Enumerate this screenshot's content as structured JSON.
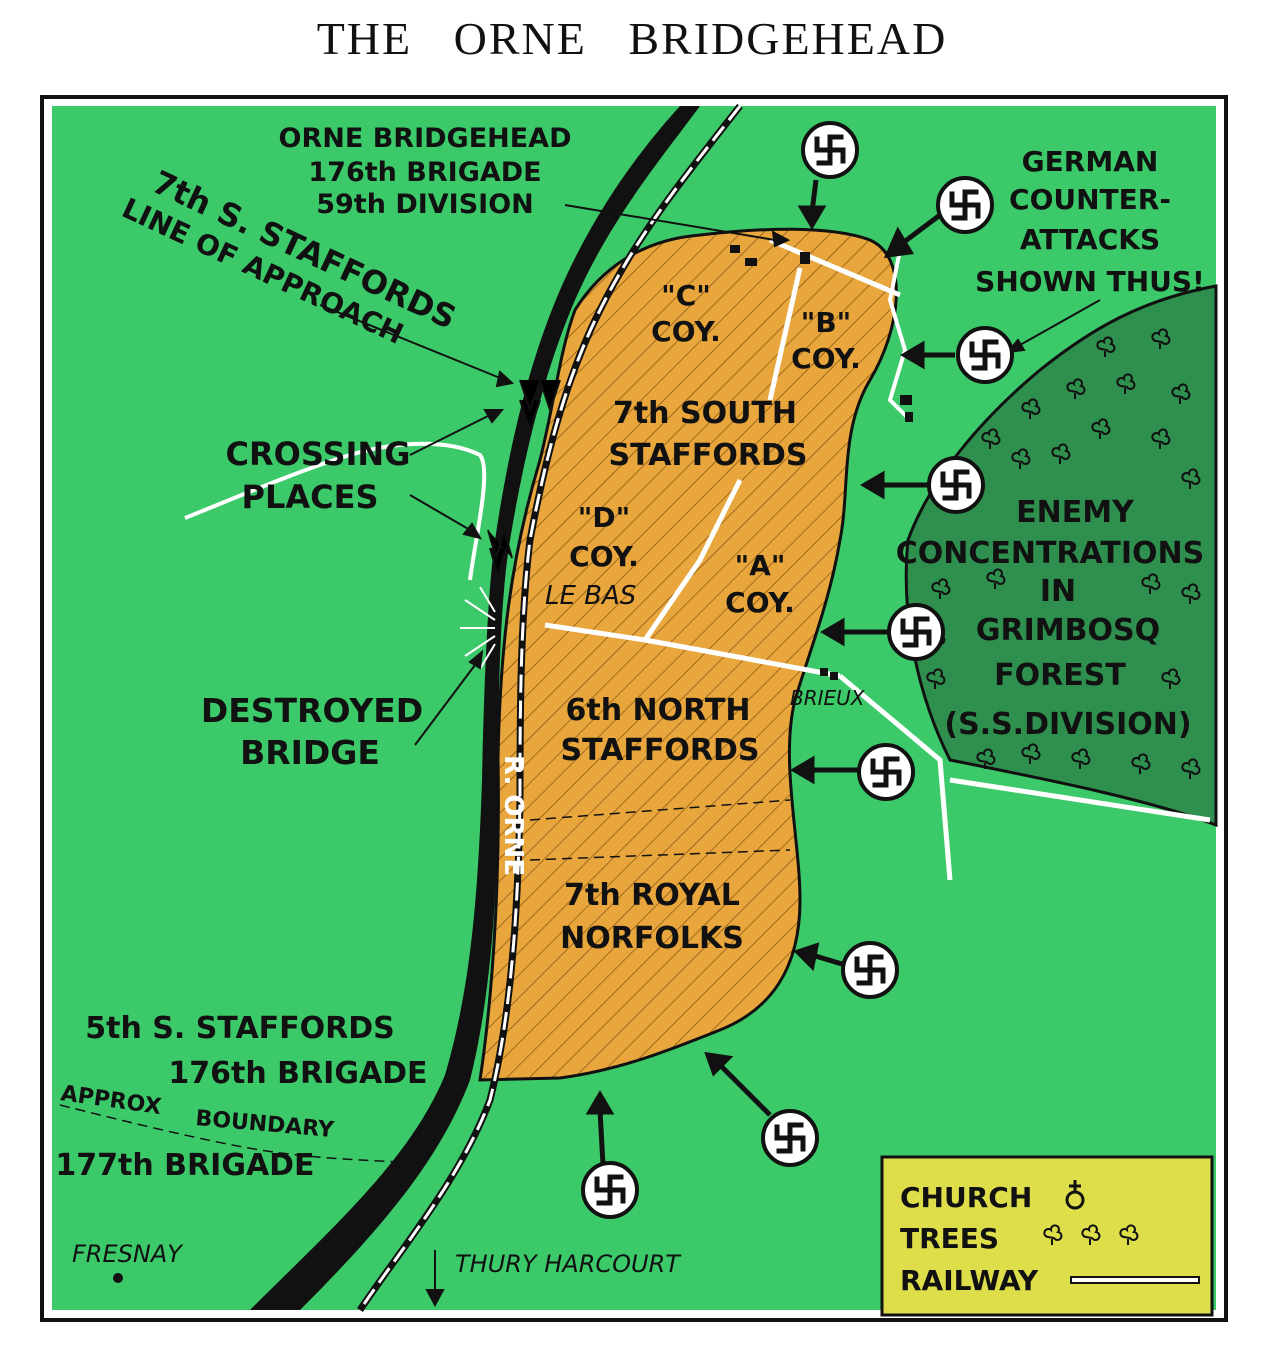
{
  "title": "THE ORNE BRIDGEHEAD",
  "colors": {
    "background_land": "#3cc96a",
    "bridgehead": "#e8a63c",
    "forest": "#2f8f4e",
    "legend_box": "#dede4a",
    "river": "#111111"
  },
  "labels": {
    "hq": [
      "ORNE BRIDGEHEAD",
      "176th BRIGADE",
      "59th DIVISION"
    ],
    "approach": [
      "7th S. STAFFORDS",
      "LINE OF APPROACH"
    ],
    "counter_attacks": [
      "GERMAN",
      "COUNTER-",
      "ATTACKS",
      "SHOWN THUS!"
    ],
    "crossing": [
      "CROSSING",
      "PLACES"
    ],
    "destroyed": [
      "DESTROYED",
      "BRIDGE"
    ],
    "enemy": [
      "ENEMY",
      "CONCENTRATIONS",
      "IN",
      "GRIMBOSQ",
      "FOREST",
      "(S.S.DIVISION)"
    ],
    "c_coy": [
      "\"C\"",
      "COY."
    ],
    "b_coy": [
      "\"B\"",
      "COY."
    ],
    "d_coy": [
      "\"D\"",
      "COY."
    ],
    "a_coy": [
      "\"A\"",
      "COY."
    ],
    "south_staffs": [
      "7th SOUTH",
      "STAFFORDS"
    ],
    "north_staffs": [
      "6th NORTH",
      "STAFFORDS"
    ],
    "norfolks": [
      "7th ROYAL",
      "NORFOLKS"
    ],
    "fifth_staffs": [
      "5th S. STAFFORDS",
      "176th BRIGADE"
    ],
    "boundary": [
      "APPROX",
      "BOUNDARY"
    ],
    "brigade_177": "177th BRIGADE",
    "le_bas": "LE BAS",
    "brieux": "BRIEUX",
    "river": "R. ORNE",
    "fresnay": "FRESNAY",
    "thury": "THURY HARCOURT"
  },
  "legend": {
    "church": "CHURCH",
    "trees": "TREES",
    "railway": "RAILWAY",
    "church_icon": "church-symbol-icon",
    "trees_icon": "tree-symbol-icon",
    "railway_icon": "railway-line-icon"
  }
}
